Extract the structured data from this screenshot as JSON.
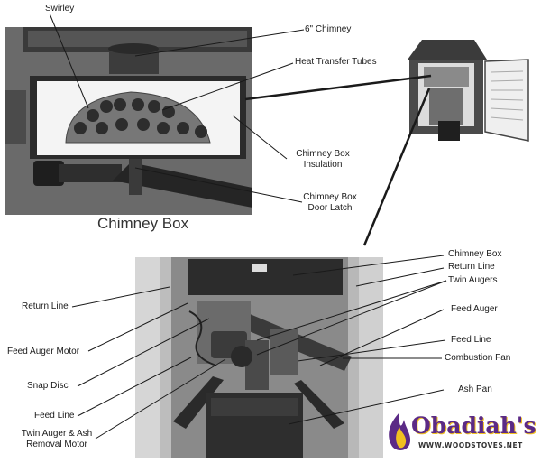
{
  "top_labels": {
    "swirley": "Swirley",
    "chimney_6": "6\" Chimney",
    "heat_tubes": "Heat Transfer Tubes",
    "insulation_1": "Chimney Box",
    "insulation_2": "Insulation",
    "latch_1": "Chimney Box",
    "latch_2": "Door Latch",
    "caption": "Chimney Box"
  },
  "bottom_labels": {
    "chimney_box": "Chimney Box",
    "return_line_right": "Return Line",
    "twin_augers": "Twin Augers",
    "feed_auger": "Feed Auger",
    "feed_line_right": "Feed Line",
    "combustion_fan": "Combustion Fan",
    "ash_pan": "Ash Pan",
    "return_line_left": "Return Line",
    "feed_auger_motor": "Feed Auger Motor",
    "snap_disc": "Snap Disc",
    "feed_line_left": "Feed Line",
    "twin_motor_1": "Twin Auger & Ash",
    "twin_motor_2": "Removal Motor"
  },
  "logo": {
    "name": "Obadiah's",
    "url": "WWW.WOODSTOVES.NET"
  }
}
